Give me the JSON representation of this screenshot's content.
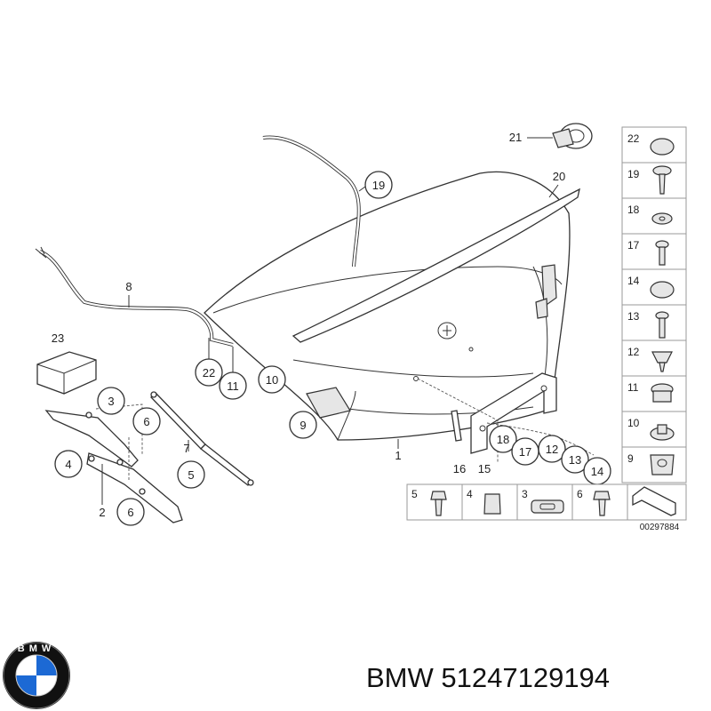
{
  "diagram": {
    "reference_code": "00297884",
    "callouts": {
      "c1": "1",
      "c2": "2",
      "c3": "3",
      "c4": "4",
      "c5": "5",
      "c6a": "6",
      "c6b": "6",
      "c7": "7",
      "c8": "8",
      "c9": "9",
      "c10": "10",
      "c11": "11",
      "c12": "12",
      "c13": "13",
      "c14": "14",
      "c15": "15",
      "c16": "16",
      "c17": "17",
      "c18": "18",
      "c19": "19",
      "c20": "20",
      "c21": "21",
      "c22": "22",
      "c23": "23"
    },
    "side_panel": [
      "22",
      "19",
      "18",
      "17",
      "14",
      "13",
      "12",
      "11",
      "10",
      "9"
    ],
    "bottom_panel": [
      "5",
      "4",
      "3",
      "6"
    ]
  },
  "brand": {
    "name": "BMW",
    "part_number": "51247129194",
    "logo_letters": "BMW",
    "colors": {
      "logo_blue": "#1c69d4",
      "logo_ring": "#111111"
    }
  }
}
